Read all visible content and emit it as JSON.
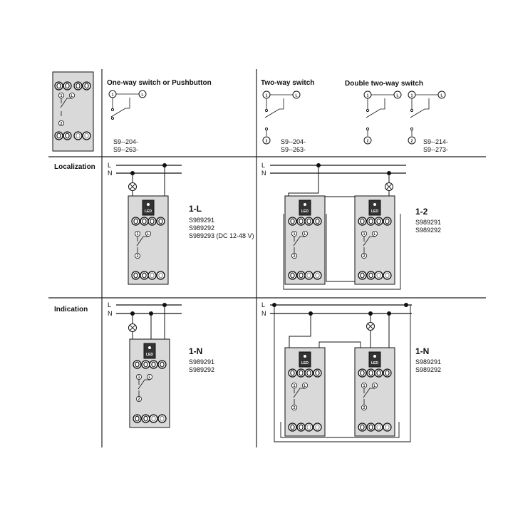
{
  "headers": {
    "one_way": "One-way switch or Pushbutton",
    "two_way": "Two-way switch",
    "double_two_way": "Double two-way switch"
  },
  "codes": {
    "one_way": [
      "S9--204-",
      "S9--263-"
    ],
    "two_way": [
      "S9--204-",
      "S9--263-"
    ],
    "double_two_way": [
      "S9--214-",
      "S9--273-"
    ]
  },
  "rows": {
    "localization": "Localization",
    "indication": "Indication"
  },
  "lines": {
    "L": "L",
    "N": "N"
  },
  "terminals": {
    "t1": "1",
    "t2": "2",
    "tL": "L"
  },
  "led_label": "LED",
  "panels": {
    "loc_single": {
      "mode": "1-L",
      "codes": [
        "S989291",
        "S989292",
        "S989293 (DC 12-48 V)"
      ]
    },
    "loc_double": {
      "mode": "1-2",
      "codes": [
        "S989291",
        "S989292"
      ]
    },
    "ind_single": {
      "mode": "1-N",
      "codes": [
        "S989291",
        "S989292"
      ]
    },
    "ind_double": {
      "mode": "1-N",
      "codes": [
        "S989291",
        "S989292"
      ]
    }
  },
  "colors": {
    "module_fill": "#d9d9d9",
    "line": "#111111",
    "grid": "#222222"
  }
}
